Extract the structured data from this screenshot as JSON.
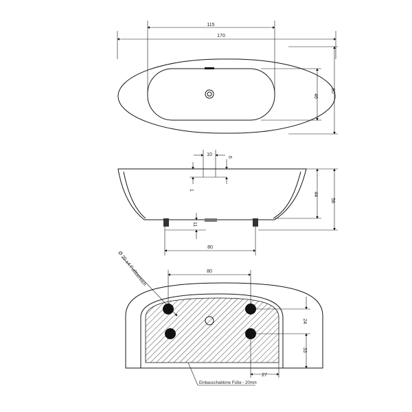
{
  "top_view": {
    "width_label": "170",
    "basin_length_label": "115",
    "basin_width_label": "46",
    "depth_label": "80"
  },
  "side_view": {
    "overflow_width_label": "10",
    "overflow_offset_label": "6",
    "rim_offset_label": "1",
    "inner_height_label": "44",
    "total_height_label": "58",
    "foot_height_label": "11",
    "foot_spacing_label": "80"
  },
  "bottom_view": {
    "foot_spacing_label": "80",
    "foot_row_offset_label": "24",
    "rear_offset_label": "33",
    "side_offset_label": "27",
    "foot_note": "Ø 20 x4 Fußbereich",
    "template_note": "Einbauschablone Füße - 20mm"
  }
}
